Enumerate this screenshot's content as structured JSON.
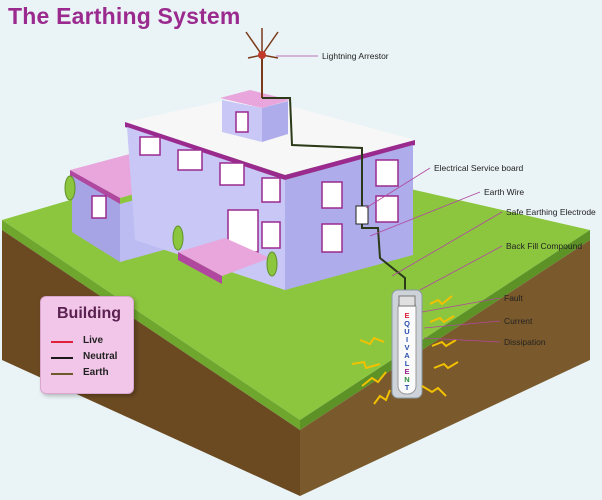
{
  "title": "The Earthing System",
  "callouts": {
    "lightning_arrestor": "Lightning Arrestor",
    "electrical_service_board": "Electrical Service board",
    "earth_wire": "Earth Wire",
    "safe_earthing_electrode": "Safe Earthing Electrode",
    "back_fill_compound": "Back Fill Compound",
    "fault": "Fault",
    "current": "Current",
    "dissipation": "Dissipation"
  },
  "electrode_text": [
    "E",
    "Q",
    "U",
    "I",
    "V",
    "A",
    "L",
    "E",
    "N",
    "T"
  ],
  "legend": {
    "title": "Building",
    "items": [
      {
        "label": "Live",
        "color": "#e0213a"
      },
      {
        "label": "Neutral",
        "color": "#1a1a1a"
      },
      {
        "label": "Earth",
        "color": "#6b5a2a"
      }
    ]
  },
  "colors": {
    "title": "#9b2a8f",
    "grass": "#8cc63f",
    "soil": "#7a5a2c",
    "building_wall": "#b9b8f0",
    "roof": "#e9a6dc",
    "earth_wire": "#2d3a1a"
  }
}
